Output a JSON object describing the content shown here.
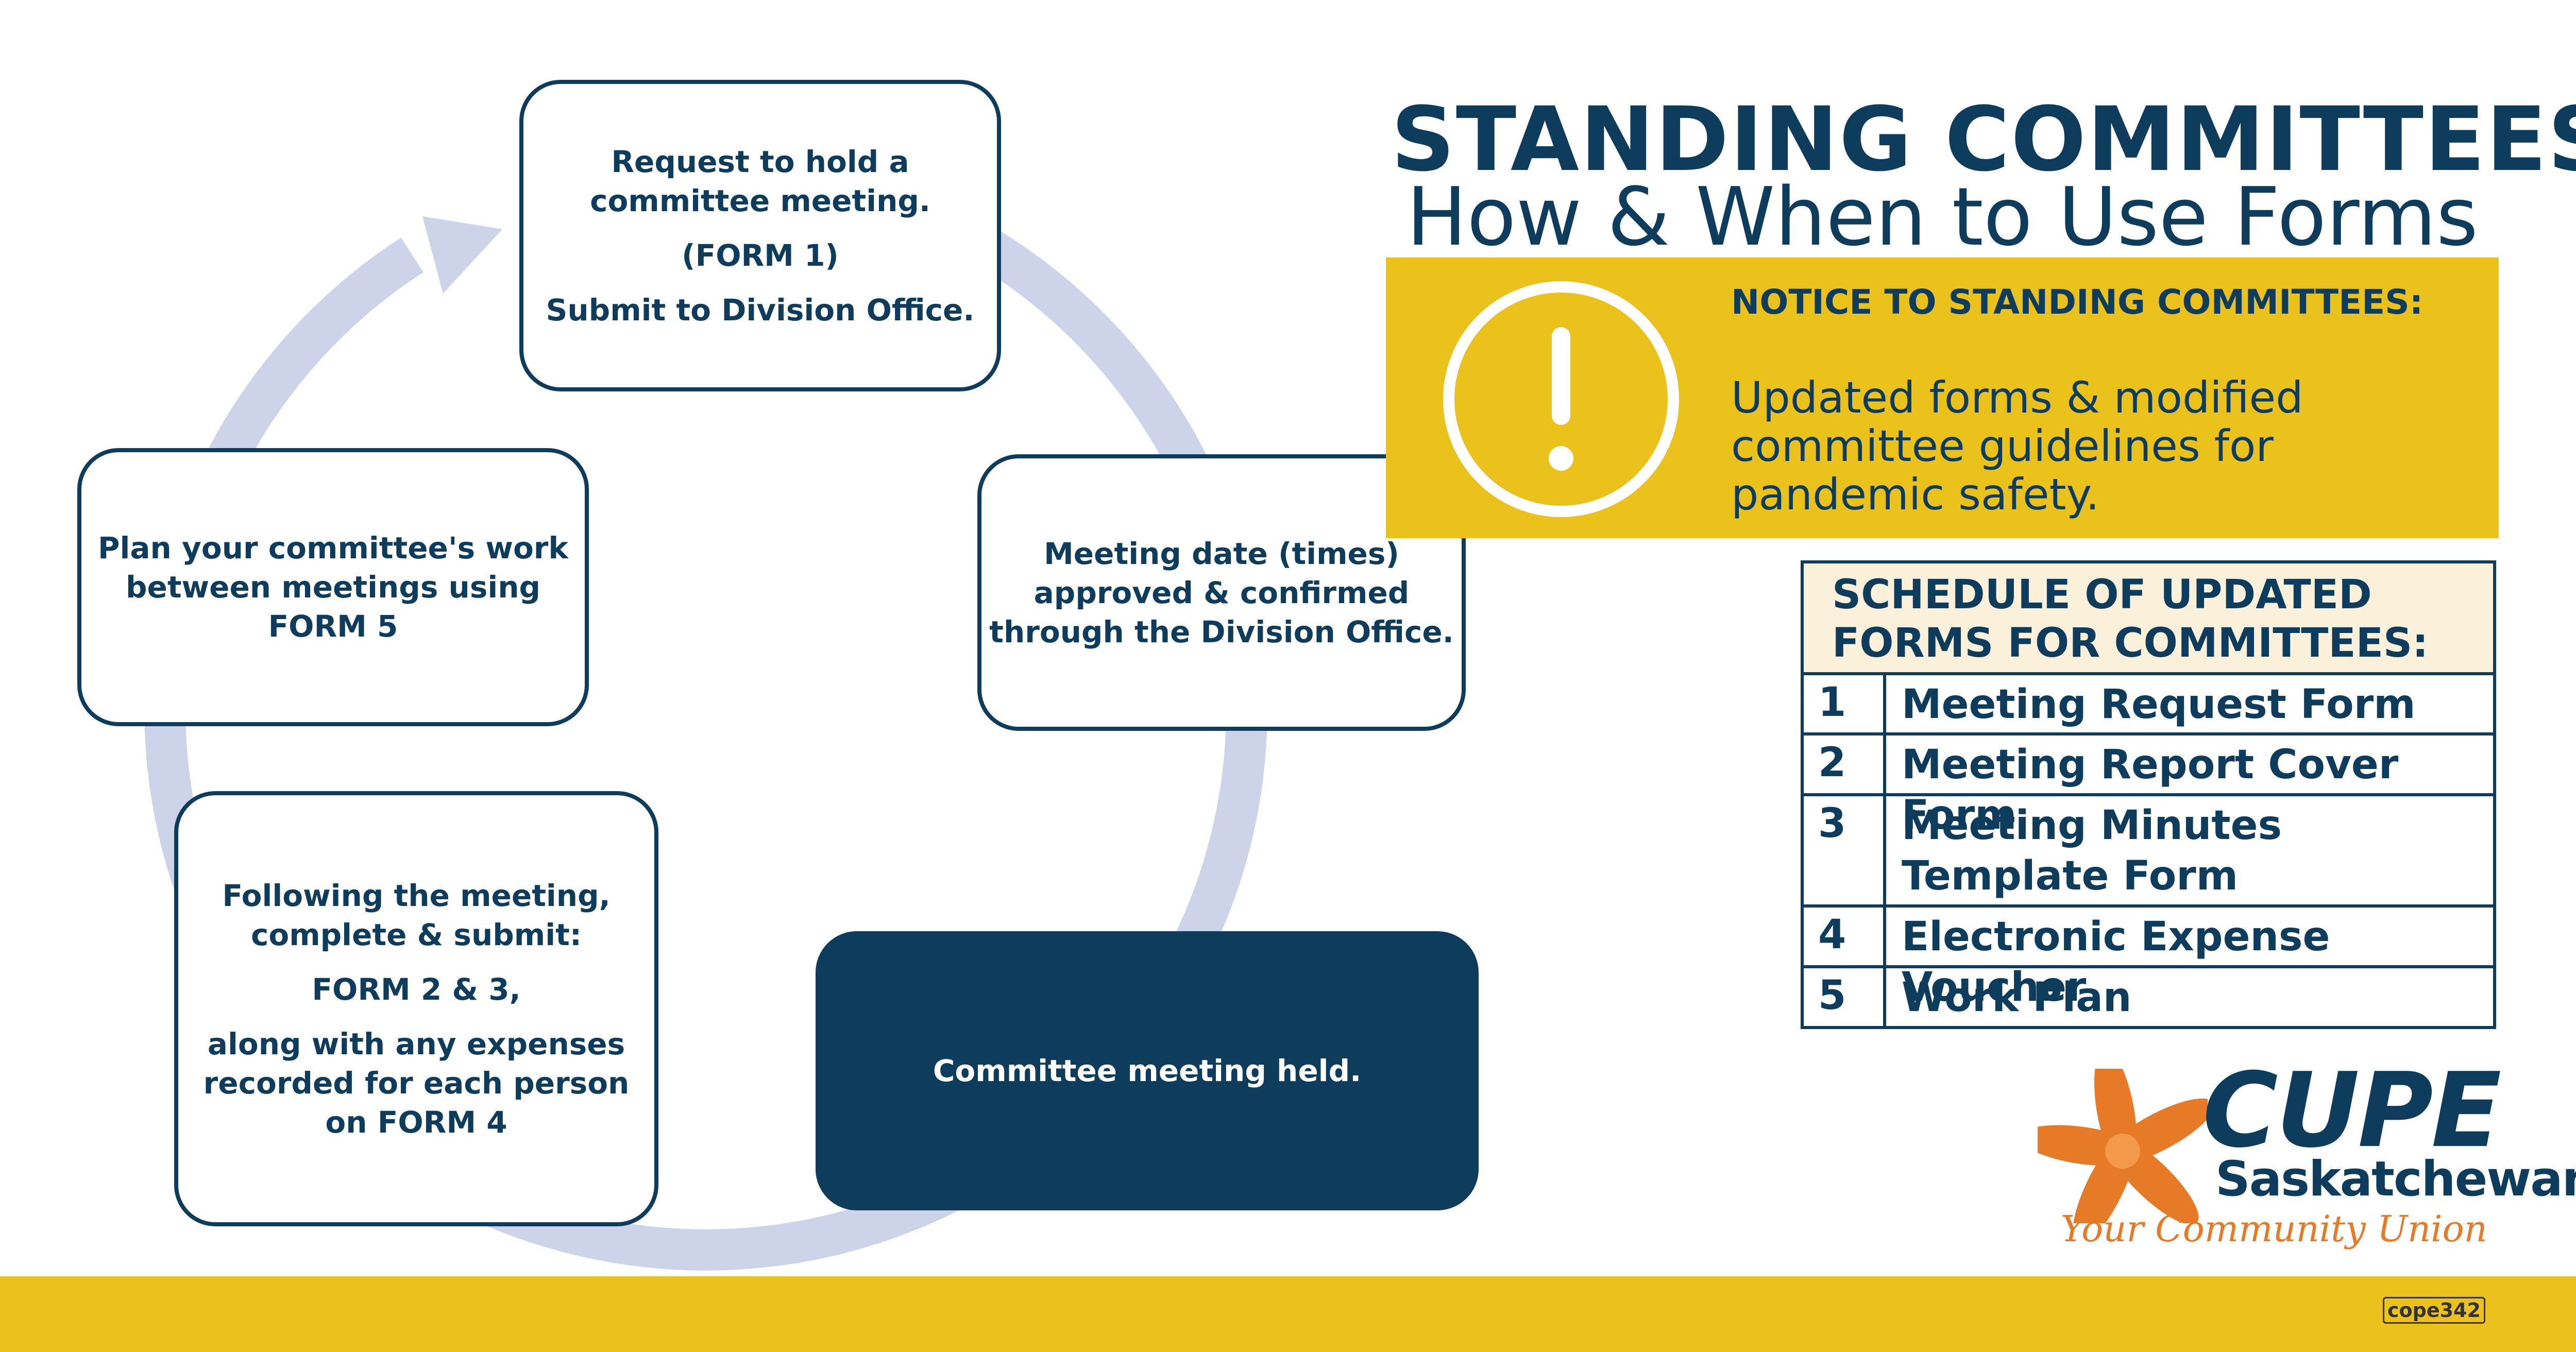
{
  "header": {
    "title": "STANDING COMMITTEES",
    "subtitle": "How & When to Use Forms"
  },
  "notice": {
    "heading": "NOTICE TO STANDING COMMITTEES:",
    "body": "Updated forms & modified committee guidelines for pandemic safety.",
    "icon": "exclamation-icon"
  },
  "schedule": {
    "title_line1": "SCHEDULE OF UPDATED",
    "title_line2": "FORMS FOR COMMITTEES:",
    "rows": [
      {
        "number": "1",
        "line1": "Meeting Request Form",
        "line2": ""
      },
      {
        "number": "2",
        "line1": "Meeting Report Cover Form",
        "line2": ""
      },
      {
        "number": "3",
        "line1": "Meeting Minutes",
        "line2": "Template Form"
      },
      {
        "number": "4",
        "line1": "Electronic Expense Voucher",
        "line2": ""
      },
      {
        "number": "5",
        "line1": "Work Plan",
        "line2": ""
      }
    ]
  },
  "steps": {
    "request": {
      "line1": "Request to hold a",
      "line2": "committee meeting.",
      "line3": "(FORM 1)",
      "line4": "Submit to Division Office."
    },
    "approval": {
      "line1": "Meeting date (times)",
      "line2": "approved & confirmed",
      "line3": "through the Division Office."
    },
    "meeting": {
      "line1": "Committee meeting held."
    },
    "follow_up": {
      "line1": "Following the meeting,",
      "line2": "complete & submit:",
      "line3": "FORM 2 & 3,",
      "line4": "along with any expenses",
      "line5": "recorded for each person",
      "line6": "on FORM 4"
    },
    "plan": {
      "line1": "Plan your committee's work",
      "line2": "between meetings using",
      "line3": "FORM 5"
    }
  },
  "logo": {
    "name": "CUPE",
    "province": "Saskatchewan",
    "tagline": "Your Community Union"
  },
  "footer": {
    "union_bug": "cope342"
  },
  "colors": {
    "navy": "#0d3c5c",
    "gold": "#ebc21c",
    "ring": "#cdd4ea",
    "orange": "#e77a26",
    "cream": "#fbf1db"
  }
}
